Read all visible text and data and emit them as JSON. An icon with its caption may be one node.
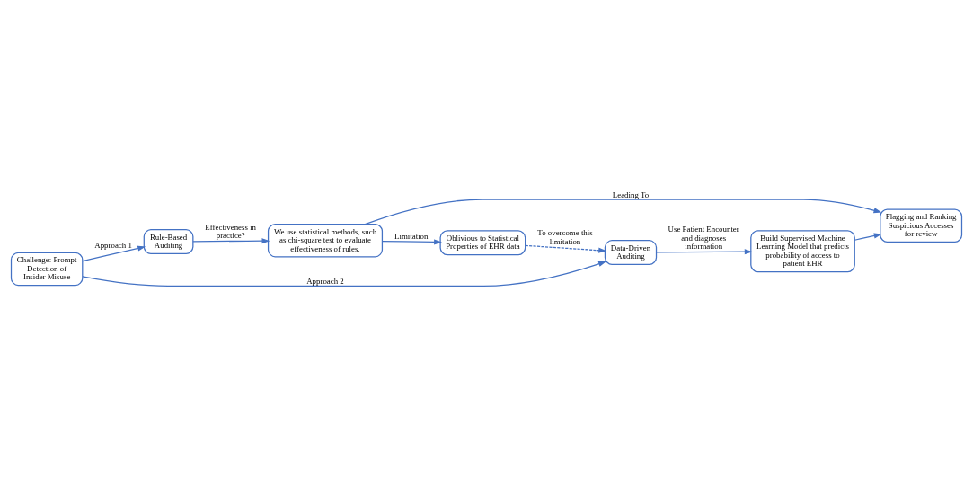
{
  "diagram": {
    "nodes": [
      {
        "text": [
          "Challenge: Prompt Detection of Insider Misuse"
        ]
      },
      {
        "text": [
          "Rule-Based Auditing"
        ]
      },
      {
        "text": [
          "We use statistical methods, such as chi-square test to evaluate effectiveness of rules."
        ]
      },
      {
        "text": [
          "Oblivious to Statistical Properties of EHR data"
        ]
      },
      {
        "text": [
          "Flagging and Ranking Suspicious Accesses for review"
        ]
      },
      {
        "text": [
          "Data-Driven Auditing"
        ]
      },
      {
        "text": [
          "Build Supervised Machine Learning Model that predicts probability of access to patient EHR"
        ]
      }
    ],
    "edges": [
      {
        "from": 0,
        "to": 1,
        "arrow": "to",
        "label": "Approach 1"
      },
      {
        "from": 0,
        "to": 5,
        "arrow": "to",
        "label": "Approach 2"
      },
      {
        "from": 1,
        "to": 2,
        "arrow": "to",
        "label": "Effectiveness in practice?"
      },
      {
        "from": 2,
        "to": 3,
        "arrow": "to",
        "label": "Limitation"
      },
      {
        "from": 3,
        "to": 5,
        "arrow": "to",
        "label": "To overcome this limitation",
        "style": "dashed"
      },
      {
        "from": 2,
        "to": 4,
        "arrow": "to",
        "label": "Leading To"
      },
      {
        "from": 5,
        "to": 6,
        "arrow": "to",
        "label": "Use Patient Encounter and diagnoses information"
      },
      {
        "from": 6,
        "to": 4,
        "arrow": "to"
      }
    ]
  }
}
